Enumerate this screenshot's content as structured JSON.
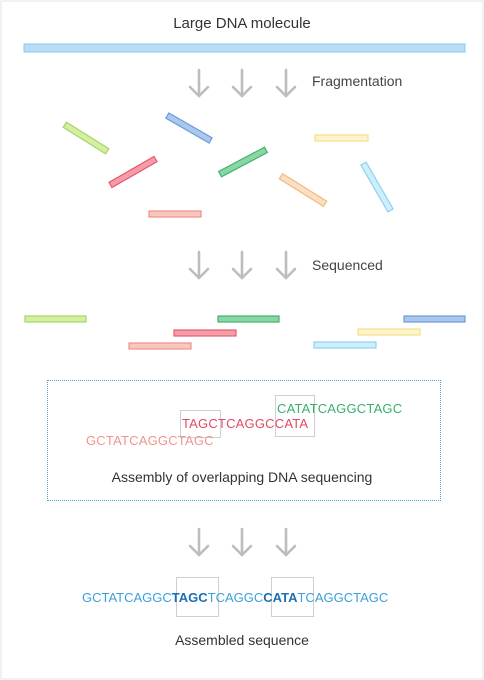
{
  "labels": {
    "top": "Large DNA molecule",
    "fragmentation": "Fragmentation",
    "sequenced": "Sequenced",
    "assembly_caption": "Assembly of overlapping DNA sequencing",
    "assembled_caption": "Assembled sequence"
  },
  "reads": {
    "green": "CATATCAGGCTAGC",
    "red": "TAGCTCAGGCCATA",
    "salmon": "GCTATCAGGCTAGC"
  },
  "assembled": {
    "part1": "GCTATCAGGC",
    "overlap1": "TAGC",
    "part2": "TCAGGC",
    "overlap2": "CATA",
    "part3": "TCAGGCTAGC"
  },
  "colors": {
    "molecule": "#b9dcf7",
    "lime": "#b8e082",
    "blue": "#7aa6de",
    "red": "#ec6b7c",
    "green": "#4fbf7a",
    "yellow": "#fbeeb0",
    "orange": "#f6cc9e",
    "skyblue": "#a9dcf5",
    "salmon": "#f2a59c",
    "arrow": "#bdbdbd",
    "dotted_border": "#4aa6c8",
    "green_text": "#3aae6e",
    "red_text": "#e24a64",
    "salmon_text": "#f0958c",
    "assembled_text": "#3aa0da",
    "assembled_bold": "#1d6fb5"
  },
  "icons": {
    "arrow": "down-arrow-icon"
  }
}
